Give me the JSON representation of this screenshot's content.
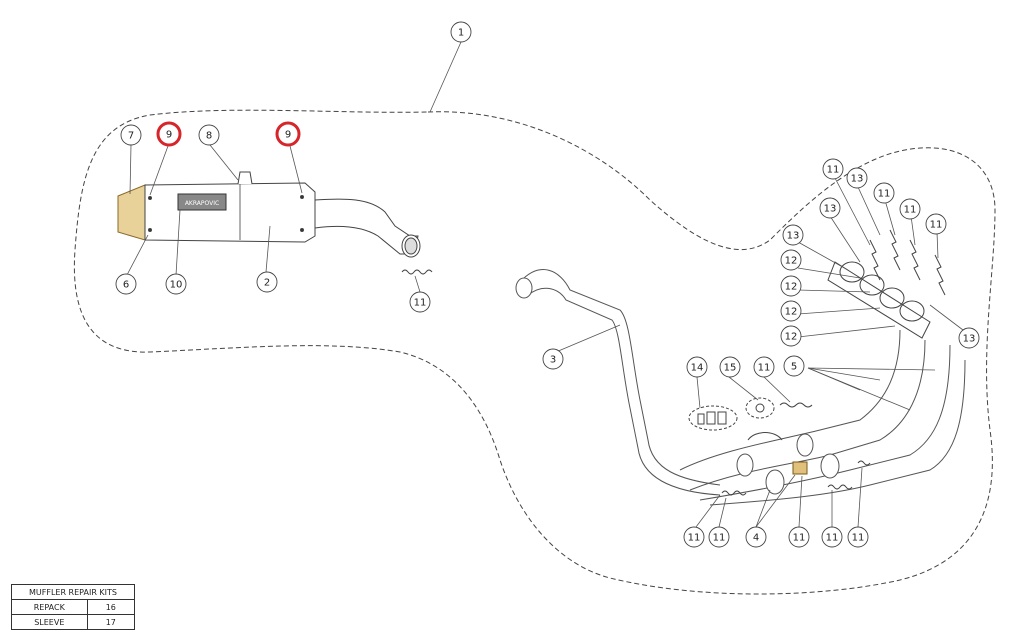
{
  "callouts": [
    {
      "id": "c1",
      "label": "1"
    },
    {
      "id": "c7",
      "label": "7"
    },
    {
      "id": "c9a",
      "label": "9",
      "highlight": true
    },
    {
      "id": "c8",
      "label": "8"
    },
    {
      "id": "c9b",
      "label": "9",
      "highlight": true
    },
    {
      "id": "c6",
      "label": "6"
    },
    {
      "id": "c10",
      "label": "10"
    },
    {
      "id": "c2",
      "label": "2"
    },
    {
      "id": "c11a",
      "label": "11"
    },
    {
      "id": "c3",
      "label": "3"
    },
    {
      "id": "c11b",
      "label": "11"
    },
    {
      "id": "c13a",
      "label": "13"
    },
    {
      "id": "c11c",
      "label": "11"
    },
    {
      "id": "c13b",
      "label": "13"
    },
    {
      "id": "c11d",
      "label": "11"
    },
    {
      "id": "c11e",
      "label": "11"
    },
    {
      "id": "c13c",
      "label": "13"
    },
    {
      "id": "c12a",
      "label": "12"
    },
    {
      "id": "c12b",
      "label": "12"
    },
    {
      "id": "c12c",
      "label": "12"
    },
    {
      "id": "c12d",
      "label": "12"
    },
    {
      "id": "c13d",
      "label": "13"
    },
    {
      "id": "c5",
      "label": "5"
    },
    {
      "id": "c14",
      "label": "14"
    },
    {
      "id": "c15",
      "label": "15"
    },
    {
      "id": "c11f",
      "label": "11"
    },
    {
      "id": "c11g",
      "label": "11"
    },
    {
      "id": "c11h",
      "label": "11"
    },
    {
      "id": "c4",
      "label": "4"
    },
    {
      "id": "c11i",
      "label": "11"
    },
    {
      "id": "c11j",
      "label": "11"
    },
    {
      "id": "c11k",
      "label": "11"
    }
  ],
  "muffler_brand": "AKRAPOVIC",
  "kits_table": {
    "title": "MUFFLER REPAIR KITS",
    "rows": [
      {
        "name": "REPACK",
        "number": "16"
      },
      {
        "name": "SLEEVE",
        "number": "17"
      }
    ]
  },
  "colors": {
    "highlight_ring": "#d6262b",
    "line": "#555555",
    "titanium_tip": "#d8b46a"
  }
}
